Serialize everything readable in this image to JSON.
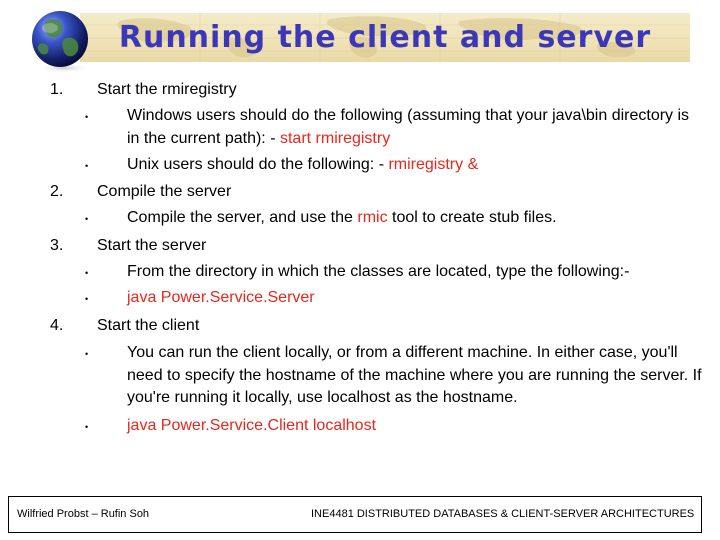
{
  "slide": {
    "title": "Running the client and server",
    "items": [
      {
        "number": "1.",
        "heading": "Start the rmiregistry",
        "subitems": [
          {
            "bullet": "•",
            "parts": [
              {
                "text": "Windows users should do the following (assuming that your java\\bin directory is in the current path): - ",
                "color": ""
              },
              {
                "text": "start rmiregistry",
                "color": "red"
              }
            ]
          },
          {
            "bullet": "•",
            "parts": [
              {
                "text": "Unix users should do the following: - ",
                "color": ""
              },
              {
                "text": "rmiregistry &",
                "color": "red"
              }
            ]
          }
        ]
      },
      {
        "number": "2.",
        "heading": "Compile the server",
        "subitems": [
          {
            "bullet": "•",
            "parts": [
              {
                "text": "Compile the server, and use the ",
                "color": ""
              },
              {
                "text": "rmic",
                "color": "red"
              },
              {
                "text": " tool to create stub files.",
                "color": ""
              }
            ]
          }
        ]
      },
      {
        "number": "3.",
        "heading": "Start the server",
        "subitems": [
          {
            "bullet": "•",
            "parts": [
              {
                "text": "From the directory in which the classes are located, type the following:-",
                "color": ""
              }
            ]
          },
          {
            "bullet": "•",
            "parts": [
              {
                "text": "java Power.Service.Server",
                "color": "red"
              }
            ]
          }
        ]
      },
      {
        "number": "4.",
        "heading": "Start the client",
        "subitems": [
          {
            "bullet": "•",
            "parts": [
              {
                "text": "You can run the client locally, or from a different machine. In either case, you'll need to specify the hostname of the machine where you are running the server. If you're running it locally, use localhost as the hostname.",
                "color": ""
              }
            ]
          },
          {
            "bullet": "•",
            "parts": [
              {
                "text": "java Power.Service.Client localhost",
                "color": "red"
              }
            ]
          }
        ]
      }
    ]
  },
  "footer": {
    "left": "Wilfried Probst – Rufin Soh",
    "right": "INE4481 DISTRIBUTED DATABASES & CLIENT-SERVER ARCHITECTURES"
  },
  "colors": {
    "title": "#3b37b8",
    "highlight": "#e8261c",
    "banner": "#efe2b6"
  },
  "icons": {
    "globe": "globe-icon"
  }
}
